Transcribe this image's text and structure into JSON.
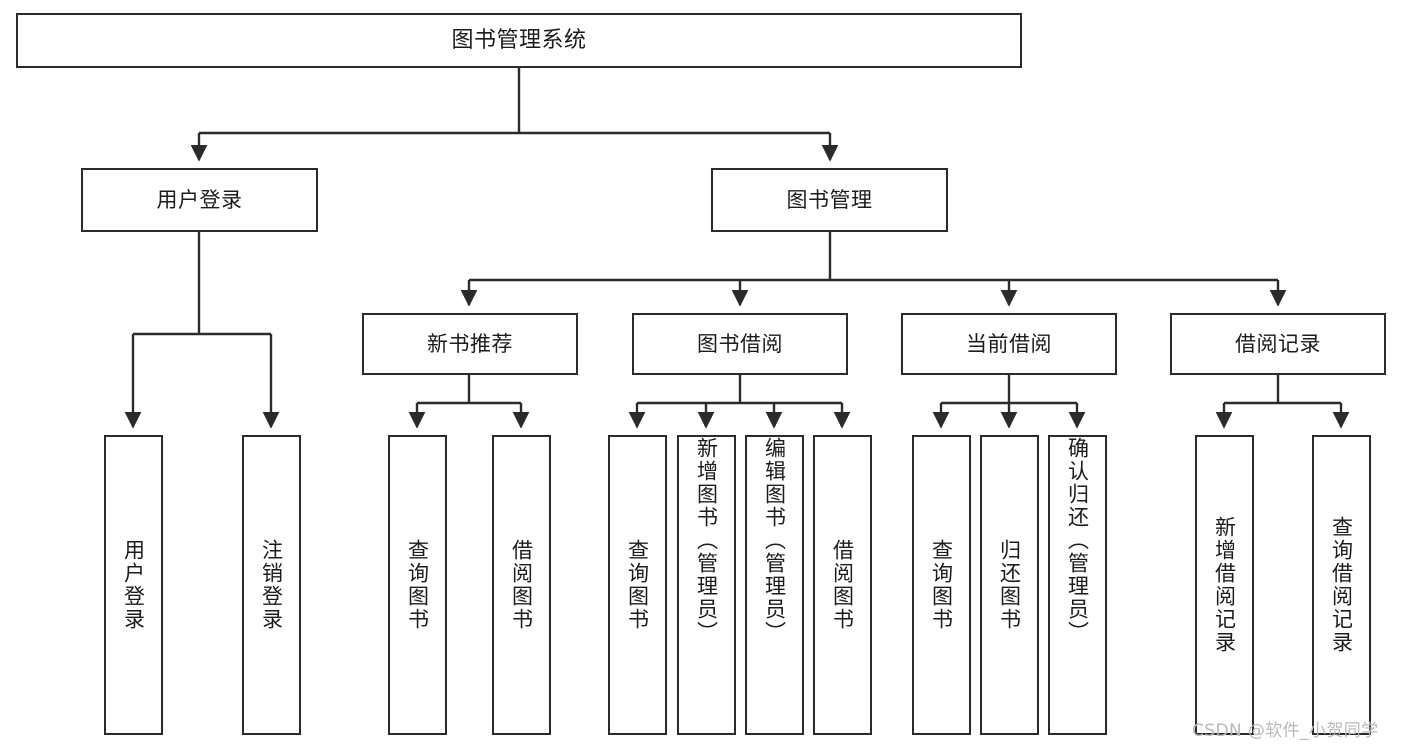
{
  "diagram": {
    "title": "图书管理系统",
    "type": "tree-hierarchy-chart",
    "root": {
      "id": "root",
      "label": "图书管理系统"
    },
    "level2": [
      {
        "id": "user-login",
        "label": "用户登录"
      },
      {
        "id": "book-manage",
        "label": "图书管理"
      }
    ],
    "level3": [
      {
        "id": "new-book-rec",
        "label": "新书推荐"
      },
      {
        "id": "book-borrow",
        "label": "图书借阅"
      },
      {
        "id": "current-borrow",
        "label": "当前借阅"
      },
      {
        "id": "borrow-record",
        "label": "借阅记录"
      }
    ],
    "leaves": {
      "user_login": [
        {
          "id": "leaf-user-login",
          "label": "用户登录"
        },
        {
          "id": "leaf-user-logout",
          "label": "注销登录"
        }
      ],
      "new_book_rec": [
        {
          "id": "leaf-query-book-1",
          "label": "查询图书"
        },
        {
          "id": "leaf-borrow-book-1",
          "label": "借阅图书"
        }
      ],
      "book_borrow": [
        {
          "id": "leaf-query-book-2",
          "label": "查询图书"
        },
        {
          "id": "leaf-add-book",
          "label": "新增图书（管理员）"
        },
        {
          "id": "leaf-edit-book",
          "label": "编辑图书（管理员）"
        },
        {
          "id": "leaf-borrow-book-2",
          "label": "借阅图书"
        }
      ],
      "current_borrow": [
        {
          "id": "leaf-query-book-3",
          "label": "查询图书"
        },
        {
          "id": "leaf-return-book",
          "label": "归还图书"
        },
        {
          "id": "leaf-confirm-return",
          "label": "确认归还（管理员）"
        }
      ],
      "borrow_record": [
        {
          "id": "leaf-add-record",
          "label": "新增借阅记录"
        },
        {
          "id": "leaf-query-record",
          "label": "查询借阅记录"
        }
      ]
    }
  },
  "watermark": {
    "text": "CSDN @软件_小贺同学"
  },
  "colors": {
    "background": "#ffffff",
    "box_border": "#2b2b2b",
    "box_fill": "#ffffff",
    "text": "#1c1c1c",
    "connector": "#2b2b2b",
    "watermark": "#b9b9b9"
  }
}
